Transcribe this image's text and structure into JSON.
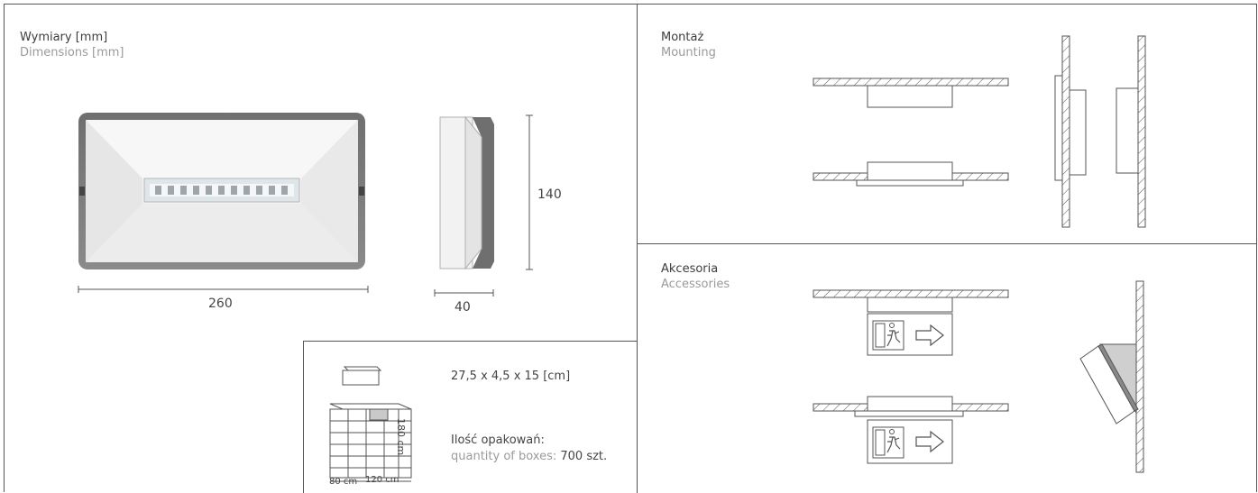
{
  "dimensions": {
    "title_pl": "Wymiary [mm]",
    "title_en": "Dimensions [mm]",
    "width_value": "260",
    "height_value": "140",
    "depth_value": "40"
  },
  "mounting": {
    "title_pl": "Montaż",
    "title_en": "Mounting"
  },
  "accessories": {
    "title_pl": "Akcesoria",
    "title_en": "Accessories"
  },
  "packaging": {
    "box_size": "27,5 x 4,5 x 15 [cm]",
    "quantity_label_pl": "Ilość opakowań:",
    "quantity_label_en": "quantity of boxes:",
    "quantity_value": "700 szt.",
    "pallet_height": "180 cm",
    "pallet_depth": "80 cm",
    "pallet_width": "120 cm"
  }
}
